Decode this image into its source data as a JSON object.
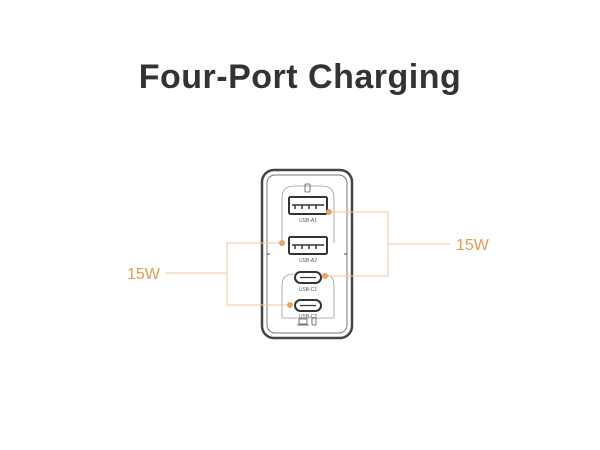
{
  "title": "Four-Port Charging",
  "ports": [
    "USB-A1",
    "USB-A2",
    "USB-C1",
    "USB-C2"
  ],
  "callouts": {
    "left": "15W",
    "right": "15W"
  },
  "colors": {
    "accent": "#e8a566",
    "text": "#333333",
    "outline": "#444444"
  }
}
